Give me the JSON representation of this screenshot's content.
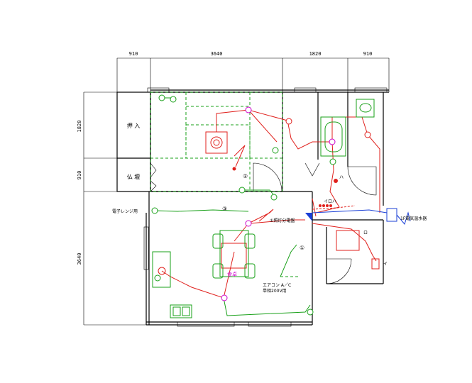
{
  "dimensions": {
    "top": [
      "910",
      "3640",
      "1820",
      "910"
    ],
    "left": [
      "1820",
      "910",
      "3640"
    ]
  },
  "rooms": {
    "oshiire": "押 入",
    "butsudan": "仏 壇"
  },
  "labels": {
    "range": "電子レンジ用",
    "kitchen_light": "①照灯分電盤",
    "aircon_line1": "エアコン A／C",
    "aircon_line2": "単相200V用",
    "table": "食卓",
    "bath_label": "ハ",
    "lower_label": "イロハ",
    "right_equipment": "1F電気温水器",
    "wc_label": "ロ",
    "wc_label2": "イ"
  },
  "circuit_numbers": [
    "①",
    "②",
    "③"
  ],
  "colors": {
    "wall": "#000000",
    "lighting_circuit": "#e0201c",
    "outlet_circuit": "#19a019",
    "feed": "#1a3fd6",
    "fixture": "#cc00cc"
  }
}
